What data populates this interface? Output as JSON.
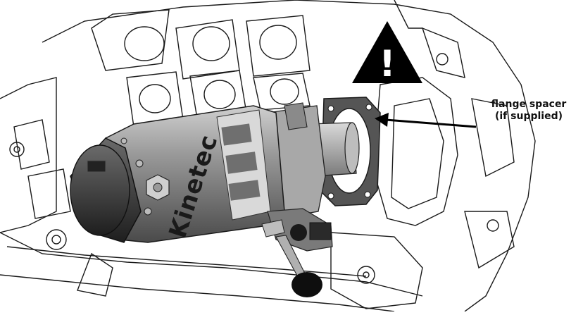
{
  "callout": {
    "line1": "flange spacer",
    "line2": "(if supplied)"
  },
  "warning_sign": {
    "symbol": "!",
    "icon": "warning-triangle-icon"
  },
  "starter": {
    "brand_text": "Kinetec"
  },
  "colors": {
    "line": "#1a1a1a",
    "engine_fill": "#ffffff",
    "starter_body": "#8c8c8c",
    "starter_dark": "#3a3a3a",
    "warning": "#000000"
  }
}
